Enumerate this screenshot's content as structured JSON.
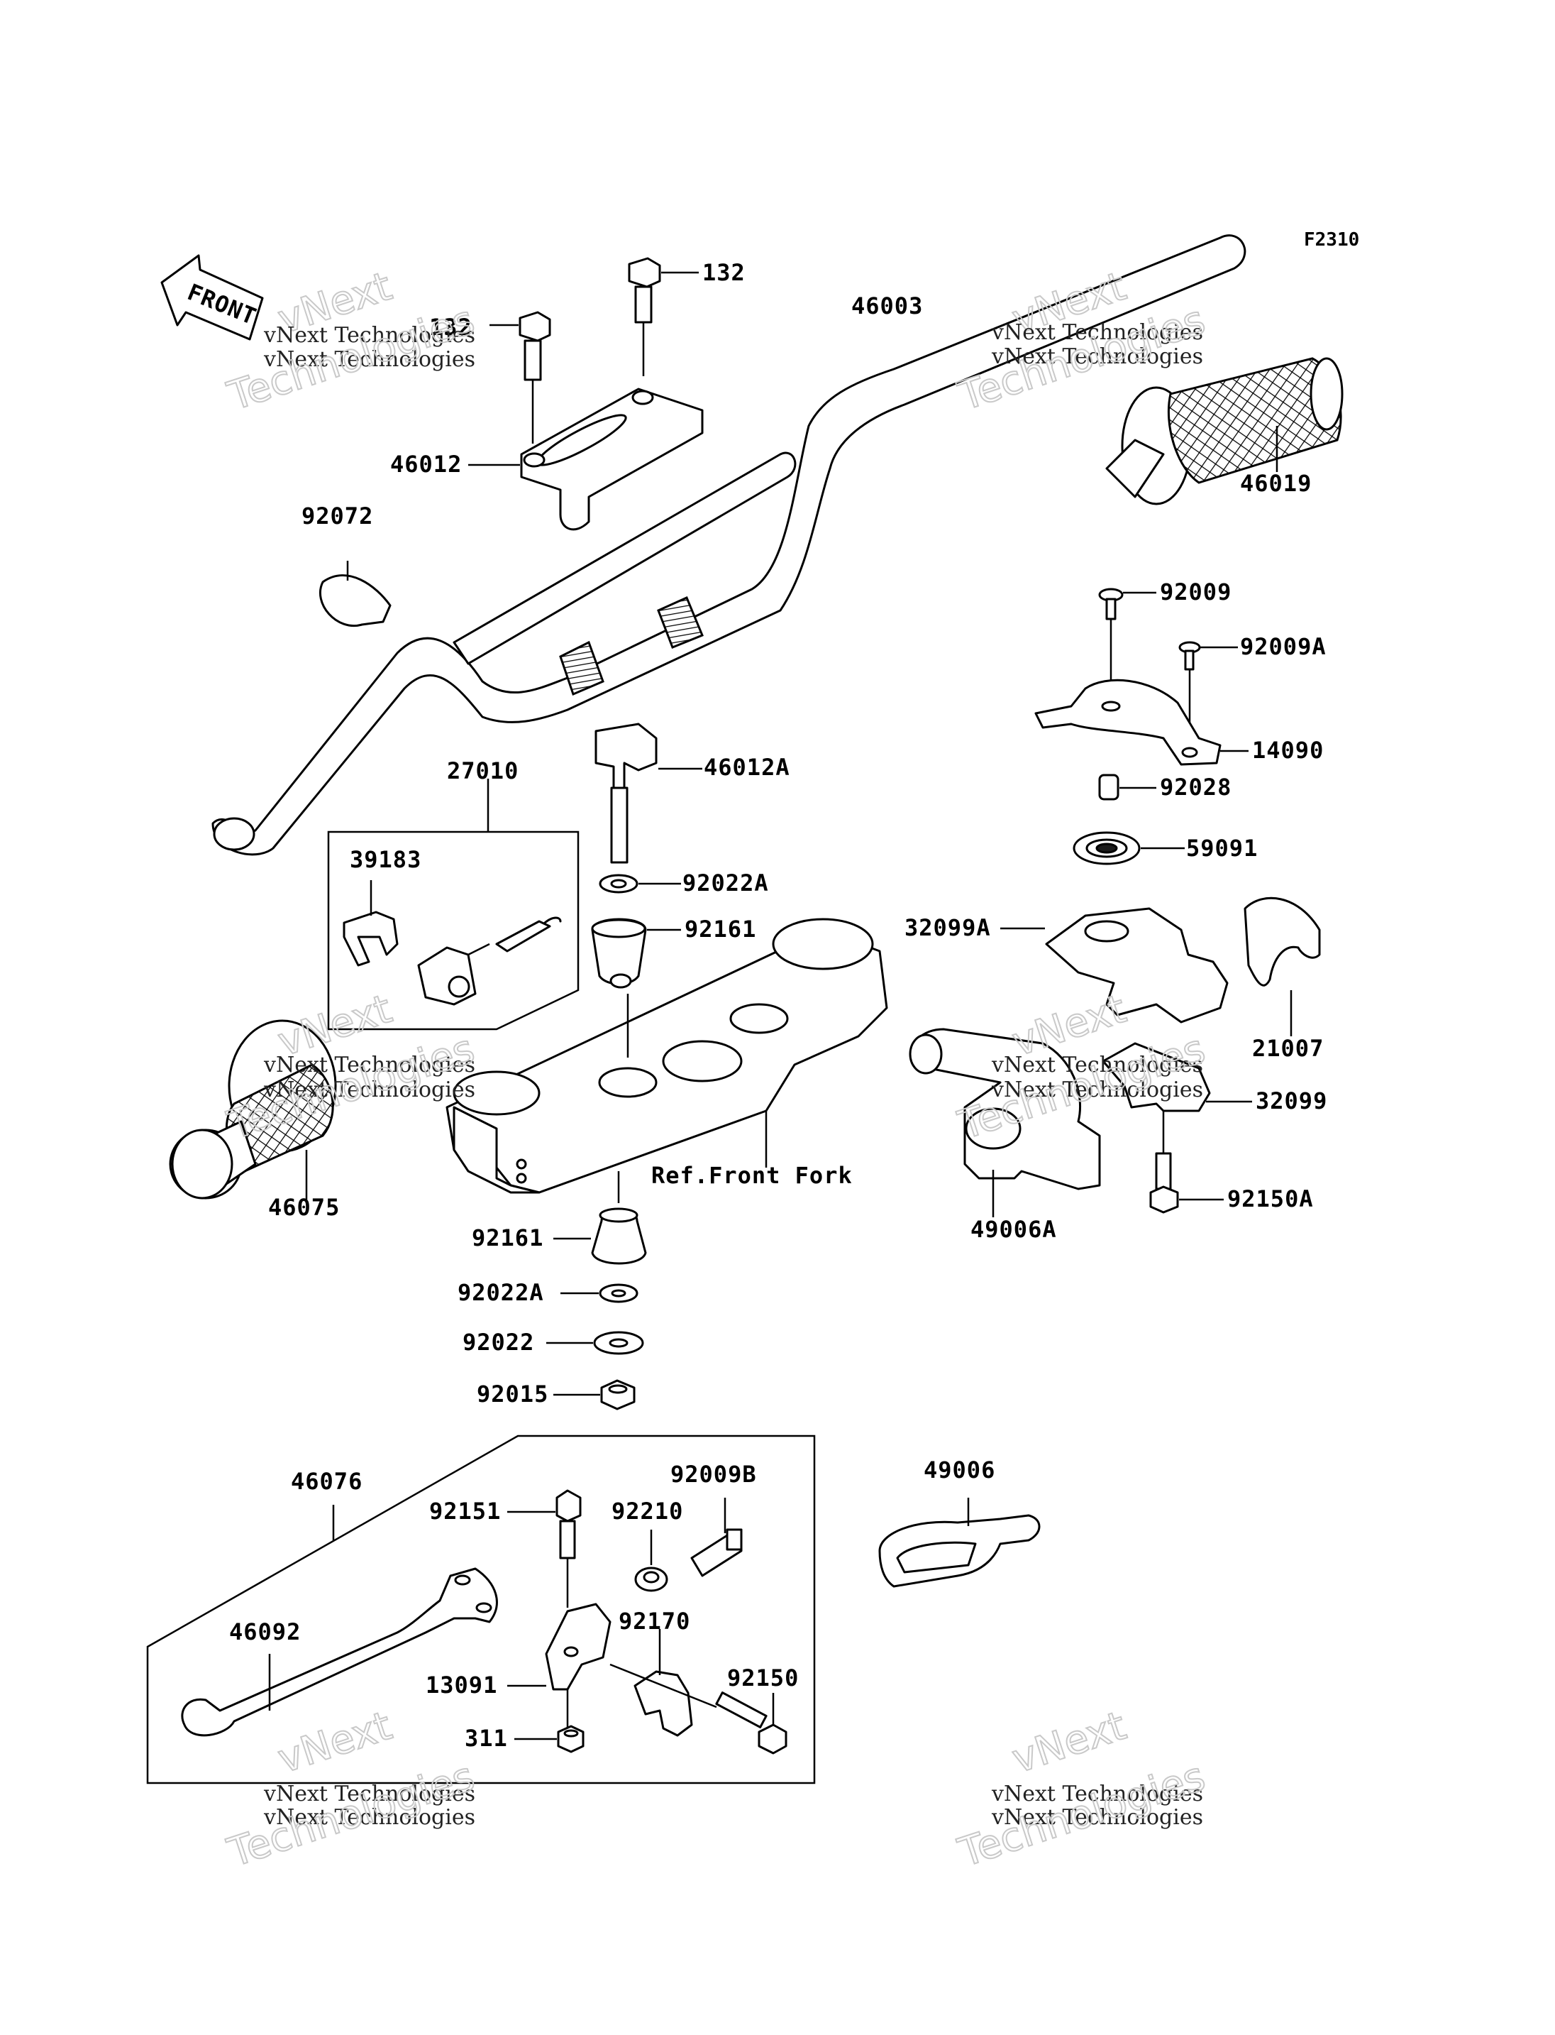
{
  "diagram_code": "F2310",
  "front_label": "FRONT",
  "reference_note": "Ref.Front Fork",
  "watermark": {
    "small": "vNext Technologies",
    "line1": "vNext",
    "line2": "Technologies"
  },
  "parts": {
    "p132a": "132",
    "p132b": "132",
    "p46003": "46003",
    "p46012": "46012",
    "p46019": "46019",
    "p92072": "92072",
    "p92009": "92009",
    "p92009A": "92009A",
    "p14090": "14090",
    "p92028": "92028",
    "p59091": "59091",
    "p27010": "27010",
    "p39183": "39183",
    "p46012A": "46012A",
    "p92022A_top": "92022A",
    "p92161_top": "92161",
    "p32099A": "32099A",
    "p21007": "21007",
    "p32099": "32099",
    "p46075": "46075",
    "p92150A": "92150A",
    "p49006A": "49006A",
    "p92161_bottom": "92161",
    "p92022A_bottom": "92022A",
    "p92022": "92022",
    "p92015": "92015",
    "p46076": "46076",
    "p92009B": "92009B",
    "p92151": "92151",
    "p92210": "92210",
    "p49006": "49006",
    "p46092": "46092",
    "p92170": "92170",
    "p13091": "13091",
    "p92150": "92150",
    "p311": "311"
  }
}
